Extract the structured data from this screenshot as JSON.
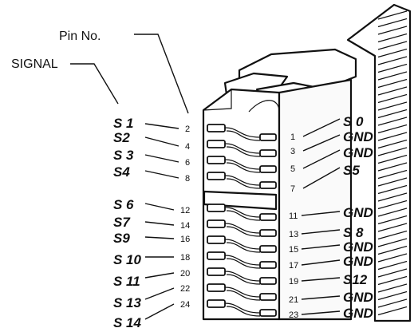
{
  "labels": {
    "pin_no": "Pin No.",
    "signal": "SIGNAL"
  },
  "left_pins": [
    {
      "signal": "S 1",
      "pin": "2"
    },
    {
      "signal": "S2",
      "pin": "4"
    },
    {
      "signal": "S 3",
      "pin": "6"
    },
    {
      "signal": "S4",
      "pin": "8"
    },
    {
      "signal": "S 6",
      "pin": "12"
    },
    {
      "signal": "S7",
      "pin": "14"
    },
    {
      "signal": "S9",
      "pin": "16"
    },
    {
      "signal": "S 10",
      "pin": "18"
    },
    {
      "signal": "S 11",
      "pin": "20"
    },
    {
      "signal": "S 13",
      "pin": "22"
    },
    {
      "signal": "S 14",
      "pin": "24"
    }
  ],
  "right_pins": [
    {
      "pin": "1",
      "signal": "S 0"
    },
    {
      "pin": "3",
      "signal": "GND"
    },
    {
      "pin": "5",
      "signal": "GND"
    },
    {
      "pin": "7",
      "signal": "S5"
    },
    {
      "pin": "11",
      "signal": "GND"
    },
    {
      "pin": "13",
      "signal": "S 8"
    },
    {
      "pin": "15",
      "signal": "GND"
    },
    {
      "pin": "17",
      "signal": "GND"
    },
    {
      "pin": "19",
      "signal": "S12"
    },
    {
      "pin": "21",
      "signal": "GND"
    },
    {
      "pin": "23",
      "signal": "GND"
    }
  ]
}
